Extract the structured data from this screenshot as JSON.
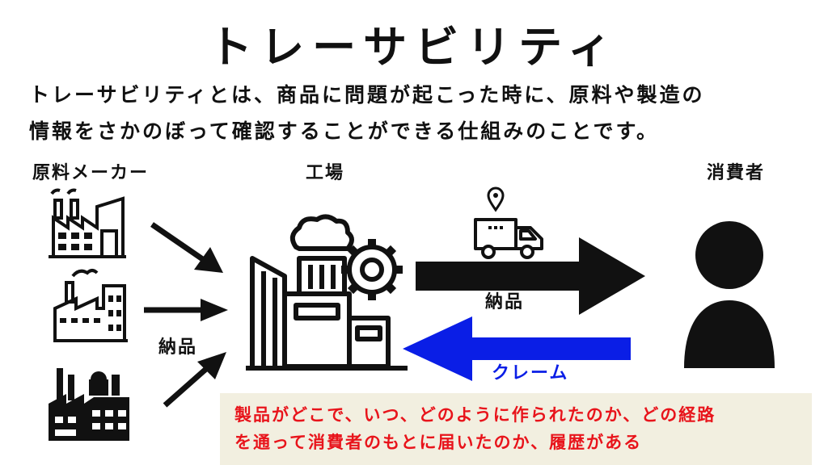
{
  "title": "トレーサビリティ",
  "intro": {
    "line1": "トレーサビリティとは、商品に問題が起こった時に、原料や製造の",
    "line2": "情報をさかのぼって確認することができる仕組みのことです。"
  },
  "nodes": {
    "supplier": "原料メーカー",
    "factory": "工場",
    "consumer": "消費者"
  },
  "flows": {
    "delivery_to_factory": "納品",
    "delivery_to_consumer": "納品",
    "complaint": "クレーム"
  },
  "note": {
    "line1": "製品がどこで、いつ、どのように作られたのか、どの経路",
    "line2": "を通って消費者のもとに届いたのか、履歴がある"
  },
  "colors": {
    "text": "#111111",
    "complaint": "#0a1ee6",
    "note_text": "#e8141b",
    "note_bg": "#f2efe0"
  },
  "icons": [
    "factory-icon",
    "factory-icon",
    "industrial-plant-icon",
    "factory-gear-icon",
    "delivery-truck-icon",
    "location-pin-icon",
    "person-icon"
  ]
}
